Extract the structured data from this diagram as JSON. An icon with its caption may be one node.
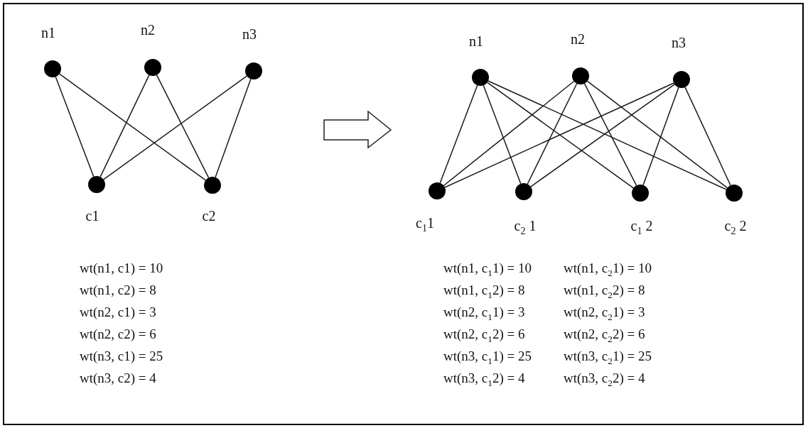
{
  "diagram": {
    "nodes": [
      {
        "text": [],
        "shape": "circle",
        "beside": [
          "n1"
        ]
      },
      {
        "text": [],
        "shape": "circle",
        "beside": [
          "n2"
        ]
      },
      {
        "text": [],
        "shape": "circle",
        "beside": [
          "n3"
        ]
      },
      {
        "text": [],
        "shape": "circle",
        "beside": [
          "c1"
        ]
      },
      {
        "text": [],
        "shape": "circle",
        "beside": [
          "c2"
        ]
      },
      {
        "text": [],
        "shape": "circle",
        "beside": [
          "n1"
        ]
      },
      {
        "text": [],
        "shape": "circle",
        "beside": [
          "n2"
        ]
      },
      {
        "text": [],
        "shape": "circle",
        "beside": [
          "n3"
        ]
      },
      {
        "text": [],
        "shape": "circle",
        "beside": [
          "c$_{1}$1"
        ]
      },
      {
        "text": [],
        "shape": "circle",
        "beside": [
          "c$_{2}$ 1"
        ]
      },
      {
        "text": [],
        "shape": "circle",
        "beside": [
          "c$_{1}$ 2"
        ]
      },
      {
        "text": [],
        "shape": "circle",
        "beside": [
          "c$_{2}$ 2"
        ]
      }
    ],
    "edges": [
      {
        "from": 0,
        "to": 3,
        "arrow": "none"
      },
      {
        "from": 0,
        "to": 4,
        "arrow": "none"
      },
      {
        "from": 1,
        "to": 3,
        "arrow": "none"
      },
      {
        "from": 1,
        "to": 4,
        "arrow": "none"
      },
      {
        "from": 2,
        "to": 3,
        "arrow": "none"
      },
      {
        "from": 2,
        "to": 4,
        "arrow": "none"
      },
      {
        "from": 5,
        "to": 8,
        "arrow": "none"
      },
      {
        "from": 5,
        "to": 9,
        "arrow": "none"
      },
      {
        "from": 5,
        "to": 10,
        "arrow": "none"
      },
      {
        "from": 5,
        "to": 11,
        "arrow": "none"
      },
      {
        "from": 6,
        "to": 8,
        "arrow": "none"
      },
      {
        "from": 6,
        "to": 9,
        "arrow": "none"
      },
      {
        "from": 6,
        "to": 10,
        "arrow": "none"
      },
      {
        "from": 6,
        "to": 11,
        "arrow": "none"
      },
      {
        "from": 7,
        "to": 8,
        "arrow": "none"
      },
      {
        "from": 7,
        "to": 9,
        "arrow": "none"
      },
      {
        "from": 7,
        "to": 10,
        "arrow": "none"
      },
      {
        "from": 7,
        "to": 11,
        "arrow": "none"
      }
    ],
    "labels": [
      "wt(n1, c1) = 10",
      "wt(n1, c$_{1}$1) = 10",
      "wt(n1, c$_{2}$1) = 10",
      "wt(n1, c2) = 8",
      "wt(n1, c$_{1}$2) = 8",
      "wt(n1, c$_{2}$2) = 8",
      "wt(n2, c1) = 3",
      "wt(n2, c$_{1}$1) = 3",
      "wt(n2, c$_{2}$1) = 3",
      "wt(n2, c2) = 6",
      "wt(n2, c$_{1}$2) = 6",
      "wt(n2, c$_{2}$2) = 6",
      "wt(n3, c1) = 25",
      "wt(n3, c$_{1}$1) = 25",
      "wt(n3, c$_{2}$1) = 25",
      "wt(n3, c2) = 4",
      "wt(n3, c$_{1}$2) = 4",
      "wt(n3, c$_{2}$2) = 4"
    ]
  }
}
